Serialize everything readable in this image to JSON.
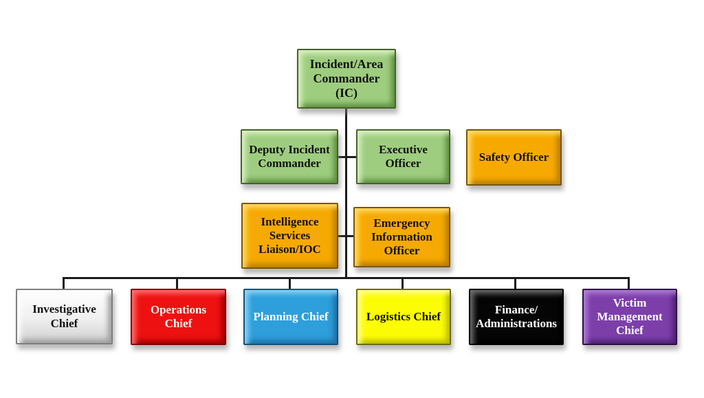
{
  "diagram": {
    "type": "org-chart",
    "background": "#ffffff",
    "connector_color": "#1c1c1c",
    "colors": {
      "green": "#9ecd7f",
      "orange": "#f6a900",
      "silver": "#f2f2f2",
      "red": "#ee1111",
      "blue": "#2e9fdb",
      "yellow": "#fcfc05",
      "black": "#050505",
      "purple": "#7c3faa"
    },
    "nodes": [
      {
        "id": "incident-area-commander",
        "label": "Incident/Area\nCommander\n(IC)",
        "scheme": "green"
      },
      {
        "id": "deputy-incident-commander",
        "label": "Deputy Incident\nCommander",
        "scheme": "green"
      },
      {
        "id": "executive-officer",
        "label": "Executive\nOfficer",
        "scheme": "green"
      },
      {
        "id": "safety-officer",
        "label": "Safety Officer",
        "scheme": "orange"
      },
      {
        "id": "intelligence-services-liaison-ioc",
        "label": "Intelligence\nServices\nLiaison/IOC",
        "scheme": "orange"
      },
      {
        "id": "emergency-information-officer",
        "label": "Emergency\nInformation\nOfficer",
        "scheme": "orange"
      },
      {
        "id": "investigative-chief",
        "label": "Investigative\nChief",
        "scheme": "silver"
      },
      {
        "id": "operations-chief",
        "label": "Operations\nChief",
        "scheme": "red"
      },
      {
        "id": "planning-chief",
        "label": "Planning Chief",
        "scheme": "blue"
      },
      {
        "id": "logistics-chief",
        "label": "Logistics Chief",
        "scheme": "yellow"
      },
      {
        "id": "finance-administrations",
        "label": "Finance/\nAdministrations",
        "scheme": "black"
      },
      {
        "id": "victim-management-chief",
        "label": "Victim\nManagement\nChief",
        "scheme": "purple"
      }
    ],
    "edges": [
      {
        "from": "incident-area-commander",
        "to": "deputy-incident-commander"
      },
      {
        "from": "incident-area-commander",
        "to": "executive-officer"
      },
      {
        "from": "incident-area-commander",
        "to": "intelligence-services-liaison-ioc"
      },
      {
        "from": "incident-area-commander",
        "to": "emergency-information-officer"
      },
      {
        "from": "incident-area-commander",
        "to": "investigative-chief"
      },
      {
        "from": "incident-area-commander",
        "to": "operations-chief"
      },
      {
        "from": "incident-area-commander",
        "to": "planning-chief"
      },
      {
        "from": "incident-area-commander",
        "to": "logistics-chief"
      },
      {
        "from": "incident-area-commander",
        "to": "finance-administrations"
      },
      {
        "from": "incident-area-commander",
        "to": "victim-management-chief"
      }
    ]
  }
}
